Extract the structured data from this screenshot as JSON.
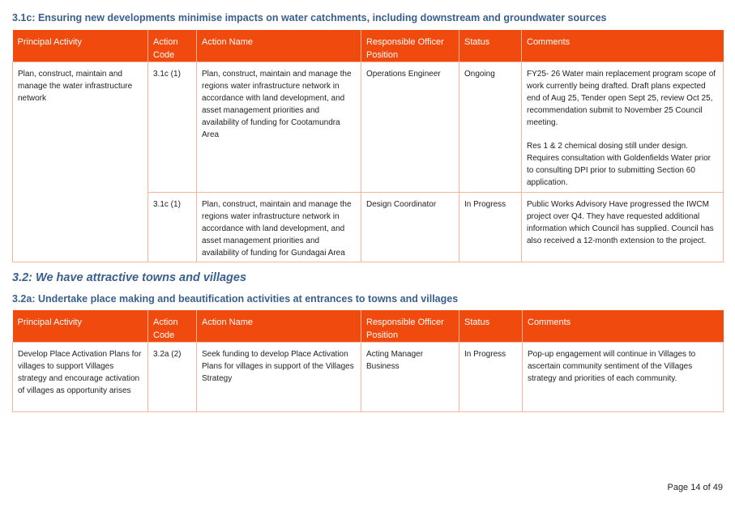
{
  "section_31c": {
    "heading": "3.1c: Ensuring new developments minimise impacts on water catchments, including downstream and groundwater sources",
    "columns": [
      "Principal Activity",
      "Action Code",
      "Action Name",
      "Responsible Officer Position",
      "Status",
      "Comments"
    ],
    "principal_activity": "Plan, construct, maintain and manage the water infrastructure network",
    "rows": [
      {
        "code": "3.1c (1)",
        "name": "Plan, construct, maintain and manage the regions water infrastructure network in accordance with land development, and asset management priorities and availability of funding for Cootamundra Area",
        "officer": "Operations Engineer",
        "status": "Ongoing",
        "comment_1": "FY25- 26 Water main replacement program scope of work currently being drafted. Draft plans expected end of Aug 25, Tender open Sept 25, review Oct 25, recommendation submit to November 25 Council meeting.",
        "comment_2": "Res 1 & 2 chemical dosing still under design. Requires consultation with Goldenfields Water prior to consulting DPI prior to submitting Section 60 application."
      },
      {
        "code": "3.1c (1)",
        "name": "Plan, construct, maintain and manage the regions water infrastructure network in accordance with land development, and asset management priorities and availability of funding for Gundagai Area",
        "officer": "Design Coordinator",
        "status": "In Progress",
        "comment_1": "Public Works Advisory Have progressed the IWCM project over Q4. They have requested additional information which Council has supplied. Council has also received a 12-month extension to the project."
      }
    ]
  },
  "section_32": {
    "heading": "3.2: We have attractive towns and villages"
  },
  "section_32a": {
    "heading": "3.2a: Undertake place making and beautification activities at entrances to towns and villages",
    "columns": [
      "Principal Activity",
      "Action Code",
      "Action Name",
      "Responsible Officer Position",
      "Status",
      "Comments"
    ],
    "rows": [
      {
        "activity": "Develop Place Activation Plans for villages to support Villages strategy and encourage activation of villages as opportunity arises",
        "code": "3.2a (2)",
        "name": "Seek funding to develop Place Activation Plans for villages in support of the Villages Strategy",
        "officer": "Acting Manager Business",
        "status": "In Progress",
        "comment_1": "Pop-up engagement will continue in Villages to ascertain community sentiment of the Villages strategy and priorities of each community."
      }
    ]
  },
  "footer": {
    "page": "Page 14 of 49"
  },
  "colors": {
    "header_bg": "#f04a0e",
    "heading_text": "#3a5f8e",
    "border": "#f7b49a"
  }
}
